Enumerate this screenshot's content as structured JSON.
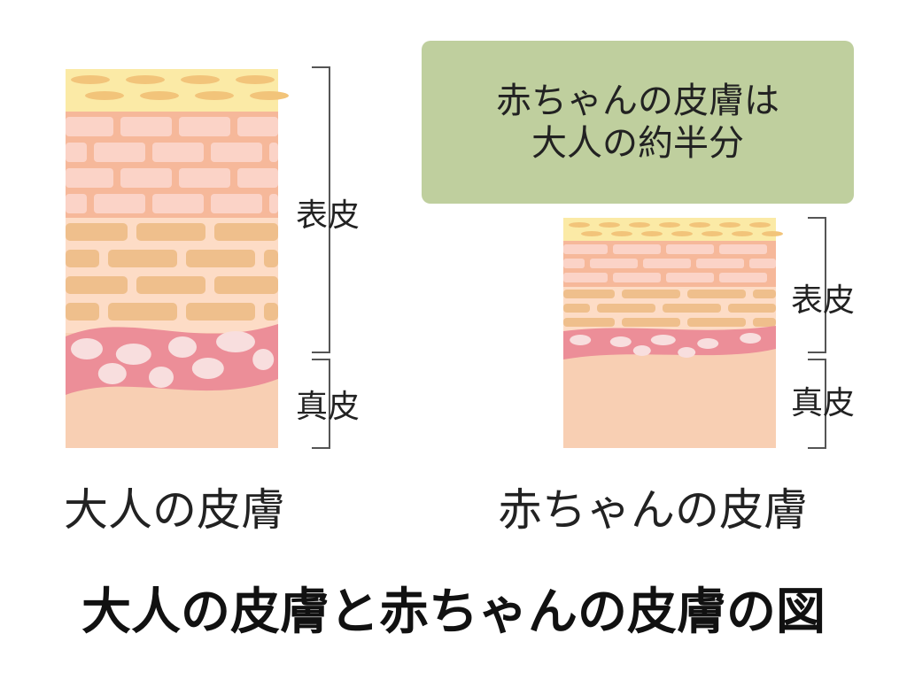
{
  "callout": {
    "line1": "赤ちゃんの皮膚は",
    "line2": "大人の約半分"
  },
  "adult": {
    "epidermis_label": "表皮",
    "dermis_label": "真皮",
    "caption": "大人の皮膚"
  },
  "baby": {
    "epidermis_label": "表皮",
    "dermis_label": "真皮",
    "caption": "赤ちゃんの皮膚"
  },
  "title": "大人の皮膚と赤ちゃんの皮膚の図",
  "colors": {
    "top_layer": "#fbeaa6",
    "top_cells": "#f2c47a",
    "upper_band": "#f6b89a",
    "upper_cells": "#fbd3c7",
    "mid_band": "#fddcc6",
    "mid_cells": "#efbf8c",
    "basal_layer": "#ec8e98",
    "basal_cells": "#f8dede",
    "dermis": "#f8cfb3",
    "bracket": "#555555"
  }
}
